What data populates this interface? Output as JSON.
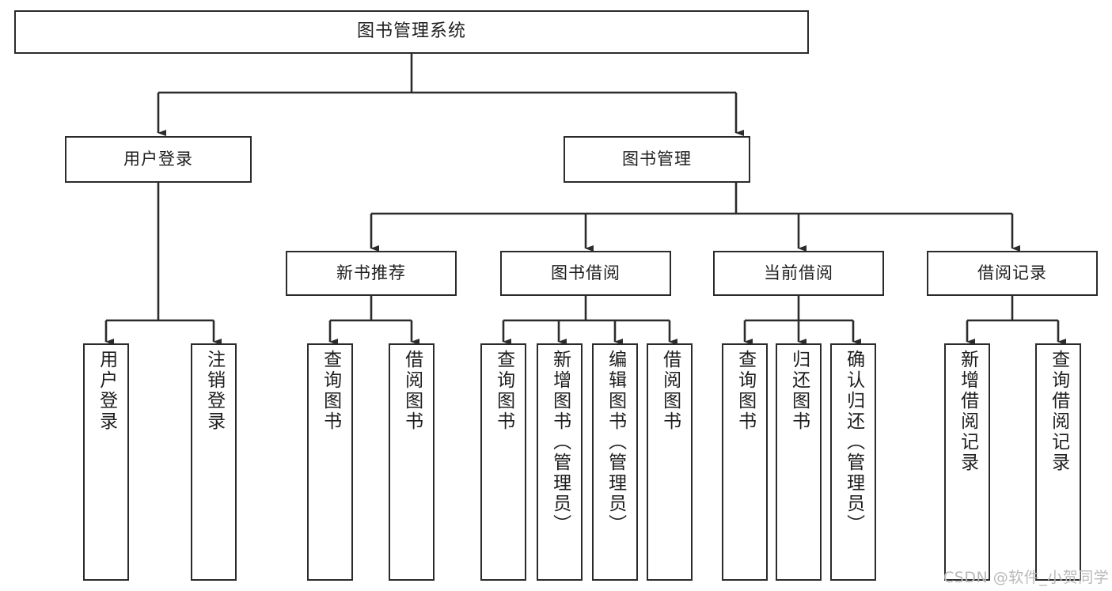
{
  "diagram": {
    "title": "图书管理系统",
    "type": "tree-hierarchy-chart",
    "watermark": "CSDN @软件_小贺同学",
    "colors": {
      "stroke": "#2b2b2b",
      "fill": "#ffffff",
      "text": "#1d1d1d",
      "watermark": "#b9b9b9"
    }
  },
  "nodes": {
    "root": {
      "label": "图书管理系统"
    },
    "level1": [
      {
        "label": "用户登录"
      },
      {
        "label": "图书管理"
      }
    ],
    "level2": [
      {
        "label": "新书推荐"
      },
      {
        "label": "图书借阅"
      },
      {
        "label": "当前借阅"
      },
      {
        "label": "借阅记录"
      }
    ],
    "leaves_user_login": [
      {
        "label": "用户登录"
      },
      {
        "label": "注销登录"
      }
    ],
    "leaves_new_book": [
      {
        "label": "查询图书"
      },
      {
        "label": "借阅图书"
      }
    ],
    "leaves_borrow": [
      {
        "label": "查询图书"
      },
      {
        "label": "新增图书（管理员）"
      },
      {
        "label": "编辑图书（管理员）"
      },
      {
        "label": "借阅图书"
      }
    ],
    "leaves_current": [
      {
        "label": "查询图书"
      },
      {
        "label": "归还图书"
      },
      {
        "label": "确认归还（管理员）"
      }
    ],
    "leaves_record": [
      {
        "label": "新增借阅记录"
      },
      {
        "label": "查询借阅记录"
      }
    ]
  }
}
